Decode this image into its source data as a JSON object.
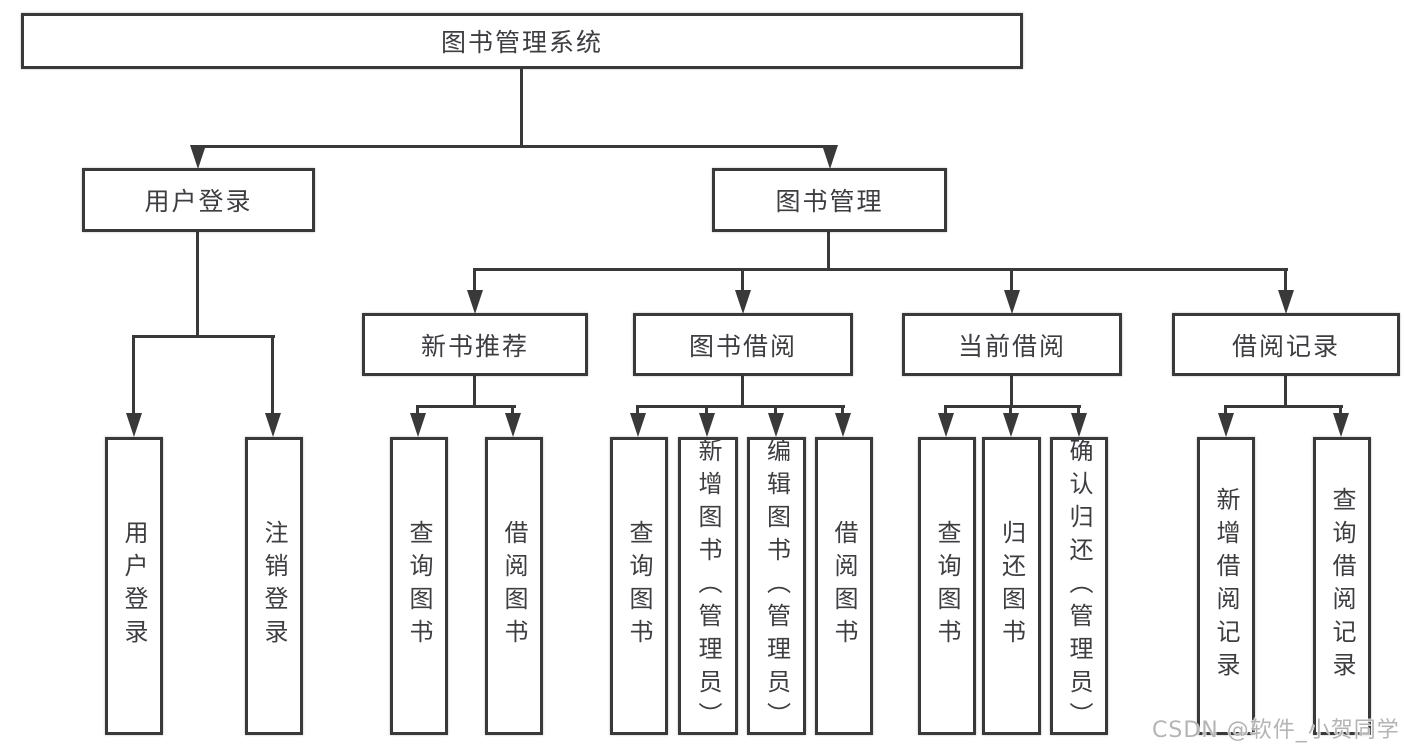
{
  "nodes": {
    "root": {
      "label": "图书管理系统"
    },
    "level2": [
      {
        "label": "用户登录",
        "parent": "图书管理系统"
      },
      {
        "label": "图书管理",
        "parent": "图书管理系统"
      }
    ],
    "level3": [
      {
        "label": "新书推荐",
        "parent": "图书管理"
      },
      {
        "label": "图书借阅",
        "parent": "图书管理"
      },
      {
        "label": "当前借阅",
        "parent": "图书管理"
      },
      {
        "label": "借阅记录",
        "parent": "图书管理"
      }
    ],
    "leaves": [
      {
        "label": "用户登录",
        "parent": "用户登录"
      },
      {
        "label": "注销登录",
        "parent": "用户登录"
      },
      {
        "label": "查询图书",
        "parent": "新书推荐"
      },
      {
        "label": "借阅图书",
        "parent": "新书推荐"
      },
      {
        "label": "查询图书",
        "parent": "图书借阅"
      },
      {
        "label": "新增图书（管理员）",
        "parent": "图书借阅"
      },
      {
        "label": "编辑图书（管理员）",
        "parent": "图书借阅"
      },
      {
        "label": "借阅图书",
        "parent": "图书借阅"
      },
      {
        "label": "查询图书",
        "parent": "当前借阅"
      },
      {
        "label": "归还图书",
        "parent": "当前借阅"
      },
      {
        "label": "确认归还（管理员）",
        "parent": "当前借阅"
      },
      {
        "label": "新增借阅记录",
        "parent": "借阅记录"
      },
      {
        "label": "查询借阅记录",
        "parent": "借阅记录"
      }
    ]
  },
  "watermark": {
    "text": "CSDN @软件_小贺同学"
  },
  "colors": {
    "line": "#393939",
    "text": "#3d3d42",
    "background": "#ffffff",
    "watermark": "#b4b4b4"
  }
}
